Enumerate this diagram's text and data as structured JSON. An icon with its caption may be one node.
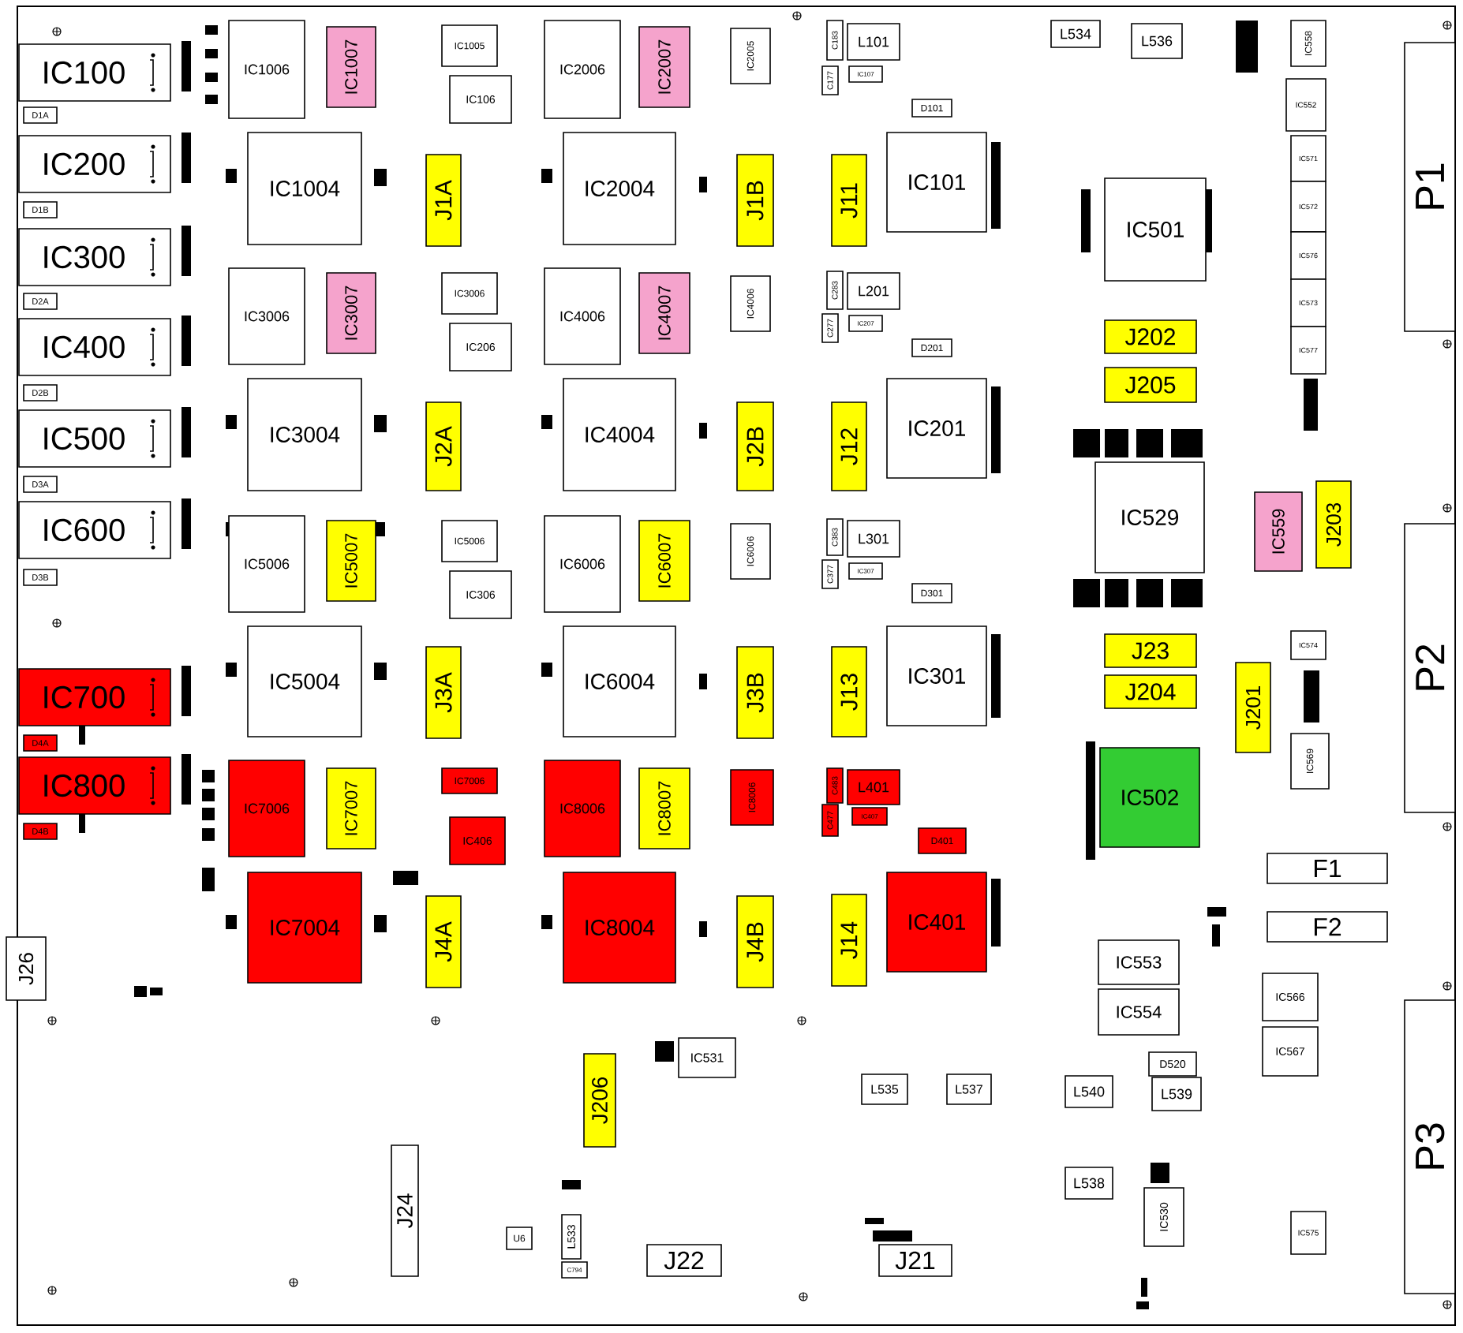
{
  "diagram": {
    "nodes": [
      {
        "text": [
          "IC100"
        ]
      },
      {
        "text": [
          "D1A"
        ]
      },
      {
        "text": [
          "IC200"
        ]
      },
      {
        "text": [
          "D1B"
        ]
      },
      {
        "text": [
          "IC300"
        ]
      },
      {
        "text": [
          "D2A"
        ]
      },
      {
        "text": [
          "IC400"
        ]
      },
      {
        "text": [
          "D2B"
        ]
      },
      {
        "text": [
          "IC500"
        ]
      },
      {
        "text": [
          "D3A"
        ]
      },
      {
        "text": [
          "IC600"
        ]
      },
      {
        "text": [
          "D3B"
        ]
      },
      {
        "text": [
          "IC700"
        ]
      },
      {
        "text": [
          "D4A"
        ]
      },
      {
        "text": [
          "IC800"
        ]
      },
      {
        "text": [
          "D4B"
        ]
      },
      {
        "text": [
          "J26"
        ]
      },
      {
        "text": [
          "IC1006"
        ]
      },
      {
        "text": [
          "IC1007"
        ]
      },
      {
        "text": [
          "IC1005"
        ]
      },
      {
        "text": [
          "IC106"
        ]
      },
      {
        "text": [
          "IC1004"
        ]
      },
      {
        "text": [
          "J1A"
        ]
      },
      {
        "text": [
          "IC3006"
        ]
      },
      {
        "text": [
          "IC3007"
        ]
      },
      {
        "text": [
          "IC3006"
        ]
      },
      {
        "text": [
          "IC206"
        ]
      },
      {
        "text": [
          "IC3004"
        ]
      },
      {
        "text": [
          "J2A"
        ]
      },
      {
        "text": [
          "IC5006"
        ]
      },
      {
        "text": [
          "IC5007"
        ]
      },
      {
        "text": [
          "IC5006"
        ]
      },
      {
        "text": [
          "IC306"
        ]
      },
      {
        "text": [
          "IC5004"
        ]
      },
      {
        "text": [
          "J3A"
        ]
      },
      {
        "text": [
          "IC7006"
        ]
      },
      {
        "text": [
          "IC7007"
        ]
      },
      {
        "text": [
          "IC7006"
        ]
      },
      {
        "text": [
          "IC406"
        ]
      },
      {
        "text": [
          "IC7004"
        ]
      },
      {
        "text": [
          "J4A"
        ]
      },
      {
        "text": [
          "IC2006"
        ]
      },
      {
        "text": [
          "IC2007"
        ]
      },
      {
        "text": [
          "IC2005"
        ]
      },
      {
        "text": [
          "IC2004"
        ]
      },
      {
        "text": [
          "J1B"
        ]
      },
      {
        "text": [
          "IC4006"
        ]
      },
      {
        "text": [
          "IC4007"
        ]
      },
      {
        "text": [
          "IC4006"
        ]
      },
      {
        "text": [
          "IC4004"
        ]
      },
      {
        "text": [
          "J2B"
        ]
      },
      {
        "text": [
          "IC6006"
        ]
      },
      {
        "text": [
          "IC6007"
        ]
      },
      {
        "text": [
          "IC6006"
        ]
      },
      {
        "text": [
          "IC6004"
        ]
      },
      {
        "text": [
          "J3B"
        ]
      },
      {
        "text": [
          "IC8006"
        ]
      },
      {
        "text": [
          "IC8007"
        ]
      },
      {
        "text": [
          "IC8006"
        ]
      },
      {
        "text": [
          "IC8004"
        ]
      },
      {
        "text": [
          "J4B"
        ]
      },
      {
        "text": [
          "C183"
        ]
      },
      {
        "text": [
          "L101"
        ]
      },
      {
        "text": [
          "C177"
        ]
      },
      {
        "text": [
          "IC107"
        ]
      },
      {
        "text": [
          "D101"
        ]
      },
      {
        "text": [
          "J11"
        ]
      },
      {
        "text": [
          "IC101"
        ]
      },
      {
        "text": [
          "C283"
        ]
      },
      {
        "text": [
          "L201"
        ]
      },
      {
        "text": [
          "C277"
        ]
      },
      {
        "text": [
          "IC207"
        ]
      },
      {
        "text": [
          "D201"
        ]
      },
      {
        "text": [
          "J12"
        ]
      },
      {
        "text": [
          "IC201"
        ]
      },
      {
        "text": [
          "C383"
        ]
      },
      {
        "text": [
          "L301"
        ]
      },
      {
        "text": [
          "C377"
        ]
      },
      {
        "text": [
          "IC307"
        ]
      },
      {
        "text": [
          "D301"
        ]
      },
      {
        "text": [
          "J13"
        ]
      },
      {
        "text": [
          "IC301"
        ]
      },
      {
        "text": [
          "C483"
        ]
      },
      {
        "text": [
          "L401"
        ]
      },
      {
        "text": [
          "C477"
        ]
      },
      {
        "text": [
          "IC407"
        ]
      },
      {
        "text": [
          "D401"
        ]
      },
      {
        "text": [
          "J14"
        ]
      },
      {
        "text": [
          "IC401"
        ]
      },
      {
        "text": [
          "L534"
        ]
      },
      {
        "text": [
          "L536"
        ]
      },
      {
        "text": [
          "IC558"
        ]
      },
      {
        "text": [
          "IC552"
        ]
      },
      {
        "text": [
          "IC571"
        ]
      },
      {
        "text": [
          "IC572"
        ]
      },
      {
        "text": [
          "IC576"
        ]
      },
      {
        "text": [
          "IC573"
        ]
      },
      {
        "text": [
          "IC577"
        ]
      },
      {
        "text": [
          "IC501"
        ]
      },
      {
        "text": [
          "J202"
        ]
      },
      {
        "text": [
          "J205"
        ]
      },
      {
        "text": [
          "IC529"
        ]
      },
      {
        "text": [
          "IC559"
        ]
      },
      {
        "text": [
          "J203"
        ]
      },
      {
        "text": [
          "IC574"
        ]
      },
      {
        "text": [
          "J23"
        ]
      },
      {
        "text": [
          "J204"
        ]
      },
      {
        "text": [
          "J201"
        ]
      },
      {
        "text": [
          "IC569"
        ]
      },
      {
        "text": [
          "IC502"
        ]
      },
      {
        "text": [
          "P1"
        ]
      },
      {
        "text": [
          "P2"
        ]
      },
      {
        "text": [
          "P3"
        ]
      },
      {
        "text": [
          "F1"
        ]
      },
      {
        "text": [
          "F2"
        ]
      },
      {
        "text": [
          "IC553"
        ]
      },
      {
        "text": [
          "IC554"
        ]
      },
      {
        "text": [
          "IC566"
        ]
      },
      {
        "text": [
          "IC567"
        ]
      },
      {
        "text": [
          "D520"
        ]
      },
      {
        "text": [
          "L540"
        ]
      },
      {
        "text": [
          "L539"
        ]
      },
      {
        "text": [
          "L538"
        ]
      },
      {
        "text": [
          "IC530"
        ]
      },
      {
        "text": [
          "IC575"
        ]
      },
      {
        "text": [
          "IC531"
        ]
      },
      {
        "text": [
          "J206"
        ]
      },
      {
        "text": [
          "L535"
        ]
      },
      {
        "text": [
          "L537"
        ]
      },
      {
        "text": [
          "J24"
        ]
      },
      {
        "text": [
          "U6"
        ]
      },
      {
        "text": [
          "L533"
        ]
      },
      {
        "text": [
          "C794"
        ]
      },
      {
        "text": [
          "J22"
        ]
      },
      {
        "text": [
          "J21"
        ]
      }
    ]
  }
}
